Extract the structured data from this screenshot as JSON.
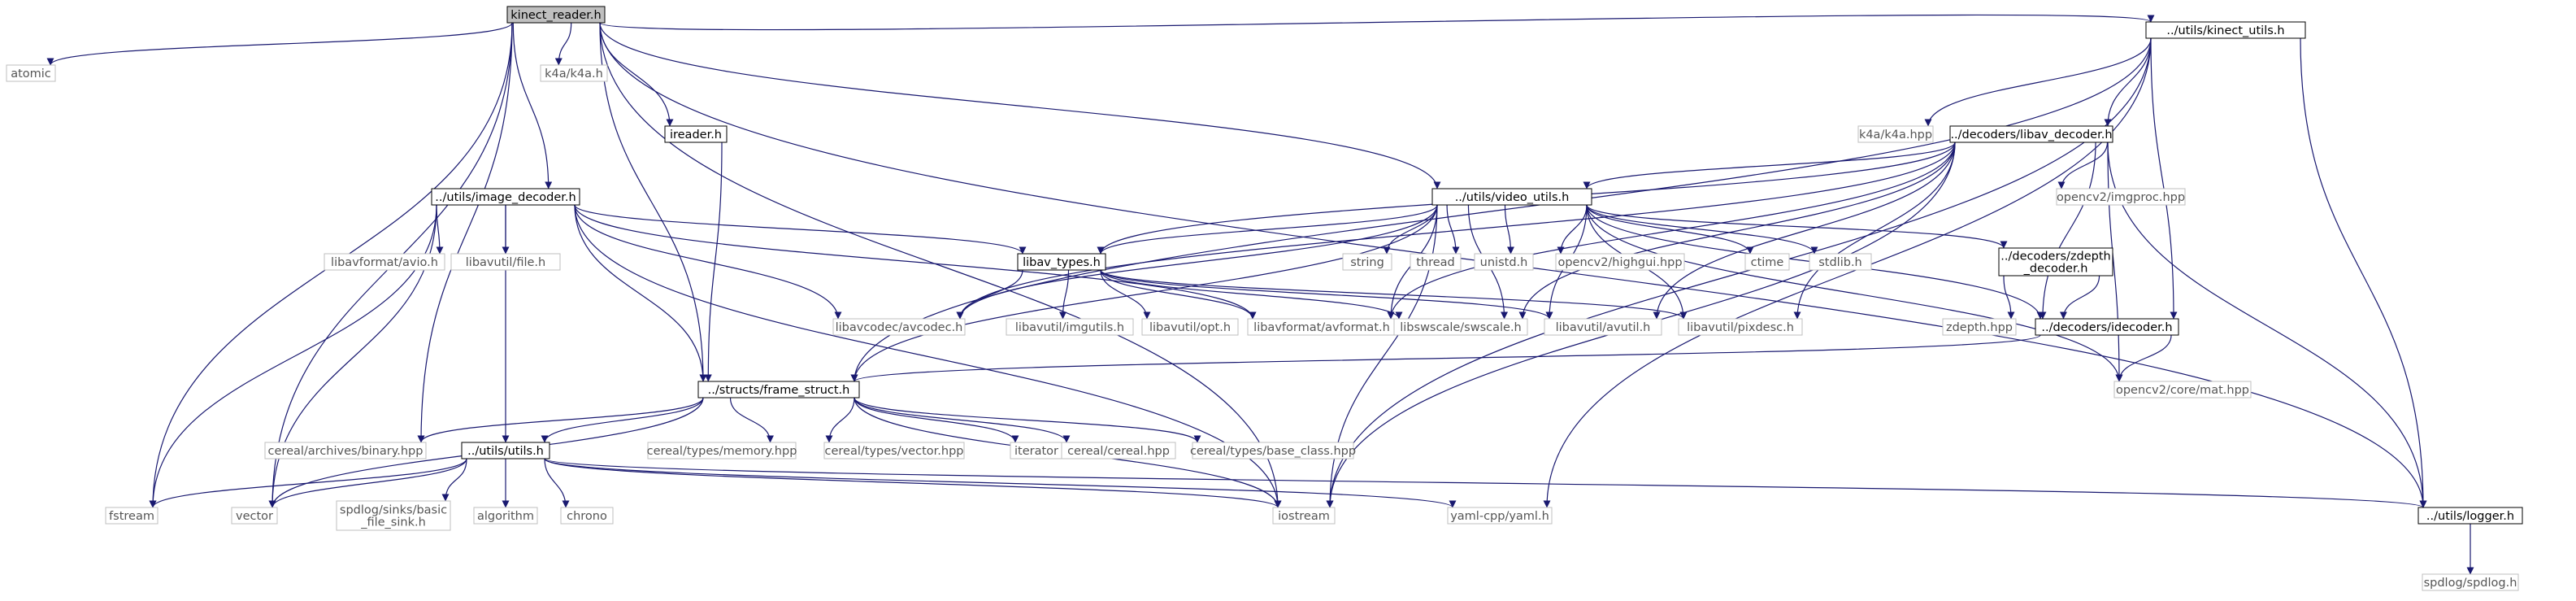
{
  "graph_title": "kinect_reader.h",
  "colors": {
    "edge": "#191970",
    "root_fill": "#bfbfbf",
    "node_border": "#000000",
    "external_border": "#bfbfbf",
    "external_text": "#555555",
    "text": "#000000"
  },
  "nodes": [
    {
      "id": "kinect_reader",
      "label": "kinect_reader.h",
      "kind": "root"
    },
    {
      "id": "atomic",
      "label": "atomic",
      "kind": "external"
    },
    {
      "id": "k4a_h",
      "label": "k4a/k4a.h",
      "kind": "external"
    },
    {
      "id": "kinect_utils",
      "label": "../utils/kinect_utils.h",
      "kind": "local"
    },
    {
      "id": "ireader",
      "label": "ireader.h",
      "kind": "local"
    },
    {
      "id": "k4a_hpp",
      "label": "k4a/k4a.hpp",
      "kind": "external"
    },
    {
      "id": "libav_decoder",
      "label": "../decoders/libav_decoder.h",
      "kind": "local"
    },
    {
      "id": "image_decoder",
      "label": "../utils/image_decoder.h",
      "kind": "local"
    },
    {
      "id": "video_utils",
      "label": "../utils/video_utils.h",
      "kind": "local"
    },
    {
      "id": "imgproc",
      "label": "opencv2/imgproc.hpp",
      "kind": "external"
    },
    {
      "id": "avio",
      "label": "libavformat/avio.h",
      "kind": "external"
    },
    {
      "id": "file_h",
      "label": "libavutil/file.h",
      "kind": "external"
    },
    {
      "id": "libav_types",
      "label": "libav_types.h",
      "kind": "local"
    },
    {
      "id": "string",
      "label": "string",
      "kind": "external"
    },
    {
      "id": "thread",
      "label": "thread",
      "kind": "external"
    },
    {
      "id": "unistd",
      "label": "unistd.h",
      "kind": "external"
    },
    {
      "id": "highgui",
      "label": "opencv2/highgui.hpp",
      "kind": "external"
    },
    {
      "id": "ctime",
      "label": "ctime",
      "kind": "external"
    },
    {
      "id": "stdlib",
      "label": "stdlib.h",
      "kind": "external"
    },
    {
      "id": "zdepth_decoder",
      "label": [
        "../decoders/zdepth",
        "_decoder.h"
      ],
      "kind": "local"
    },
    {
      "id": "avcodec",
      "label": "libavcodec/avcodec.h",
      "kind": "external"
    },
    {
      "id": "imgutils",
      "label": "libavutil/imgutils.h",
      "kind": "external"
    },
    {
      "id": "opt",
      "label": "libavutil/opt.h",
      "kind": "external"
    },
    {
      "id": "avformat",
      "label": "libavformat/avformat.h",
      "kind": "external"
    },
    {
      "id": "swscale",
      "label": "libswscale/swscale.h",
      "kind": "external"
    },
    {
      "id": "avutil",
      "label": "libavutil/avutil.h",
      "kind": "external"
    },
    {
      "id": "pixdesc",
      "label": "libavutil/pixdesc.h",
      "kind": "external"
    },
    {
      "id": "zdepth_hpp",
      "label": "zdepth.hpp",
      "kind": "external"
    },
    {
      "id": "idecoder",
      "label": "../decoders/idecoder.h",
      "kind": "local"
    },
    {
      "id": "frame_struct",
      "label": "../structs/frame_struct.h",
      "kind": "local"
    },
    {
      "id": "mat",
      "label": "opencv2/core/mat.hpp",
      "kind": "external"
    },
    {
      "id": "binary",
      "label": "cereal/archives/binary.hpp",
      "kind": "external"
    },
    {
      "id": "utils_h",
      "label": "../utils/utils.h",
      "kind": "local"
    },
    {
      "id": "memory",
      "label": "cereal/types/memory.hpp",
      "kind": "external"
    },
    {
      "id": "cvector",
      "label": "cereal/types/vector.hpp",
      "kind": "external"
    },
    {
      "id": "iterator",
      "label": "iterator",
      "kind": "external"
    },
    {
      "id": "cereal",
      "label": "cereal/cereal.hpp",
      "kind": "external"
    },
    {
      "id": "base_class",
      "label": "cereal/types/base_class.hpp",
      "kind": "external"
    },
    {
      "id": "fstream",
      "label": "fstream",
      "kind": "external"
    },
    {
      "id": "vector",
      "label": "vector",
      "kind": "external"
    },
    {
      "id": "sink",
      "label": [
        "spdlog/sinks/basic",
        "_file_sink.h"
      ],
      "kind": "external"
    },
    {
      "id": "algorithm",
      "label": "algorithm",
      "kind": "external"
    },
    {
      "id": "chrono",
      "label": "chrono",
      "kind": "external"
    },
    {
      "id": "iostream",
      "label": "iostream",
      "kind": "external"
    },
    {
      "id": "yaml",
      "label": "yaml-cpp/yaml.h",
      "kind": "external"
    },
    {
      "id": "logger",
      "label": "../utils/logger.h",
      "kind": "local"
    },
    {
      "id": "spdlog",
      "label": "spdlog/spdlog.h",
      "kind": "external"
    }
  ],
  "edges": [
    [
      "kinect_reader",
      "atomic"
    ],
    [
      "kinect_reader",
      "k4a_h"
    ],
    [
      "kinect_reader",
      "kinect_utils"
    ],
    [
      "kinect_reader",
      "ireader"
    ],
    [
      "kinect_reader",
      "image_decoder"
    ],
    [
      "kinect_reader",
      "video_utils"
    ],
    [
      "kinect_reader",
      "frame_struct"
    ],
    [
      "kinect_reader",
      "binary"
    ],
    [
      "kinect_reader",
      "fstream"
    ],
    [
      "kinect_reader",
      "vector"
    ],
    [
      "kinect_reader",
      "iostream"
    ],
    [
      "kinect_reader",
      "logger"
    ],
    [
      "kinect_utils",
      "k4a_hpp"
    ],
    [
      "kinect_utils",
      "libav_decoder"
    ],
    [
      "kinect_utils",
      "frame_struct"
    ],
    [
      "kinect_utils",
      "idecoder"
    ],
    [
      "kinect_utils",
      "logger"
    ],
    [
      "kinect_utils",
      "iostream"
    ],
    [
      "kinect_utils",
      "yaml"
    ],
    [
      "ireader",
      "frame_struct"
    ],
    [
      "libav_decoder",
      "video_utils"
    ],
    [
      "libav_decoder",
      "imgproc"
    ],
    [
      "libav_decoder",
      "libav_types"
    ],
    [
      "libav_decoder",
      "avcodec"
    ],
    [
      "libav_decoder",
      "avformat"
    ],
    [
      "libav_decoder",
      "swscale"
    ],
    [
      "libav_decoder",
      "avutil"
    ],
    [
      "libav_decoder",
      "pixdesc"
    ],
    [
      "libav_decoder",
      "idecoder"
    ],
    [
      "libav_decoder",
      "mat"
    ],
    [
      "libav_decoder",
      "logger"
    ],
    [
      "libav_decoder",
      "iostream"
    ],
    [
      "image_decoder",
      "avio"
    ],
    [
      "image_decoder",
      "file_h"
    ],
    [
      "image_decoder",
      "libav_types"
    ],
    [
      "image_decoder",
      "avcodec"
    ],
    [
      "image_decoder",
      "avformat"
    ],
    [
      "image_decoder",
      "frame_struct"
    ],
    [
      "image_decoder",
      "utils_h"
    ],
    [
      "image_decoder",
      "fstream"
    ],
    [
      "image_decoder",
      "vector"
    ],
    [
      "image_decoder",
      "iostream"
    ],
    [
      "video_utils",
      "string"
    ],
    [
      "video_utils",
      "thread"
    ],
    [
      "video_utils",
      "unistd"
    ],
    [
      "video_utils",
      "highgui"
    ],
    [
      "video_utils",
      "ctime"
    ],
    [
      "video_utils",
      "stdlib"
    ],
    [
      "video_utils",
      "zdepth_decoder"
    ],
    [
      "video_utils",
      "libav_types"
    ],
    [
      "video_utils",
      "avcodec"
    ],
    [
      "video_utils",
      "avformat"
    ],
    [
      "video_utils",
      "swscale"
    ],
    [
      "video_utils",
      "avutil"
    ],
    [
      "video_utils",
      "pixdesc"
    ],
    [
      "video_utils",
      "idecoder"
    ],
    [
      "video_utils",
      "mat"
    ],
    [
      "video_utils",
      "frame_struct"
    ],
    [
      "video_utils",
      "iostream"
    ],
    [
      "libav_types",
      "avcodec"
    ],
    [
      "libav_types",
      "imgutils"
    ],
    [
      "libav_types",
      "opt"
    ],
    [
      "libav_types",
      "avformat"
    ],
    [
      "libav_types",
      "swscale"
    ],
    [
      "libav_types",
      "avutil"
    ],
    [
      "libav_types",
      "pixdesc"
    ],
    [
      "zdepth_decoder",
      "zdepth_hpp"
    ],
    [
      "zdepth_decoder",
      "idecoder"
    ],
    [
      "idecoder",
      "frame_struct"
    ],
    [
      "idecoder",
      "mat"
    ],
    [
      "frame_struct",
      "binary"
    ],
    [
      "frame_struct",
      "memory"
    ],
    [
      "frame_struct",
      "cvector"
    ],
    [
      "frame_struct",
      "iterator"
    ],
    [
      "frame_struct",
      "cereal"
    ],
    [
      "frame_struct",
      "base_class"
    ],
    [
      "frame_struct",
      "utils_h"
    ],
    [
      "frame_struct",
      "vector"
    ],
    [
      "frame_struct",
      "iostream"
    ],
    [
      "utils_h",
      "fstream"
    ],
    [
      "utils_h",
      "vector"
    ],
    [
      "utils_h",
      "sink"
    ],
    [
      "utils_h",
      "algorithm"
    ],
    [
      "utils_h",
      "chrono"
    ],
    [
      "utils_h",
      "iostream"
    ],
    [
      "utils_h",
      "yaml"
    ],
    [
      "utils_h",
      "logger"
    ],
    [
      "logger",
      "spdlog"
    ]
  ]
}
